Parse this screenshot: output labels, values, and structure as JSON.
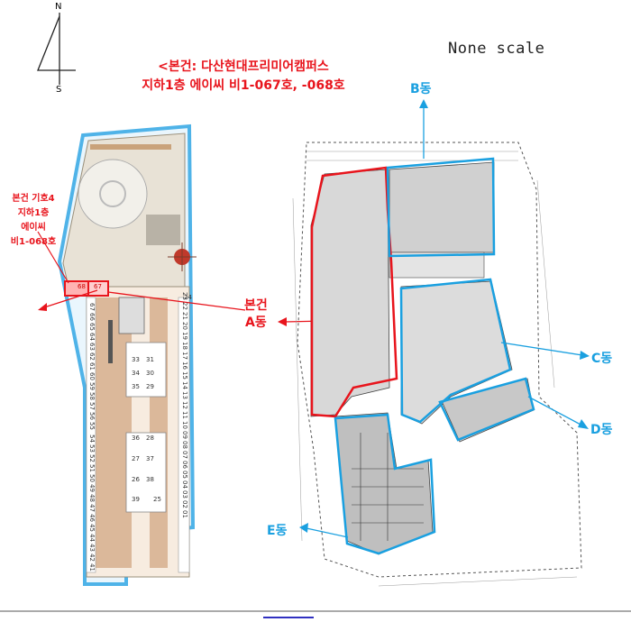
{
  "compass": {
    "north": "N",
    "south": "S"
  },
  "title": {
    "line1": "<본건: 다산현대프리미어캠퍼스",
    "line2": "지하1층 에이씨 비1-067호, -068호"
  },
  "scale_note": "None scale",
  "left_plan": {
    "subject_label": {
      "line1": "본건 기호4",
      "line2": "지하1층",
      "line3": "에이씨",
      "line4": "비1-068호"
    },
    "unit_numbers": {
      "col_a": [
        "67",
        "66",
        "65",
        "64",
        "63",
        "62",
        "61",
        "60",
        "59",
        "58",
        "57",
        "56",
        "55"
      ],
      "col_a2": [
        "54",
        "53",
        "52",
        "51",
        "50",
        "49",
        "48",
        "47",
        "46",
        "45",
        "44",
        "43",
        "42",
        "41"
      ],
      "col_b": [
        "23",
        "22",
        "21",
        "20",
        "19",
        "18",
        "17",
        "16",
        "15",
        "14",
        "13",
        "12",
        "11",
        "10",
        "09",
        "08",
        "07",
        "06",
        "05",
        "04",
        "03",
        "02",
        "01"
      ],
      "island": [
        "24",
        "33",
        "31",
        "34",
        "30",
        "35",
        "29",
        "36",
        "28",
        "27",
        "37",
        "26",
        "38",
        "39",
        "25"
      ],
      "top_units": [
        "68",
        "67"
      ]
    }
  },
  "right_plan": {
    "subject_label": {
      "line1": "본건",
      "line2": "A동"
    },
    "buildings": {
      "B": "B동",
      "C": "C동",
      "D": "D동",
      "E": "E동"
    }
  },
  "colors": {
    "red": "#e8141c",
    "blue": "#1aa0e0",
    "border": "#4fb3e8"
  }
}
